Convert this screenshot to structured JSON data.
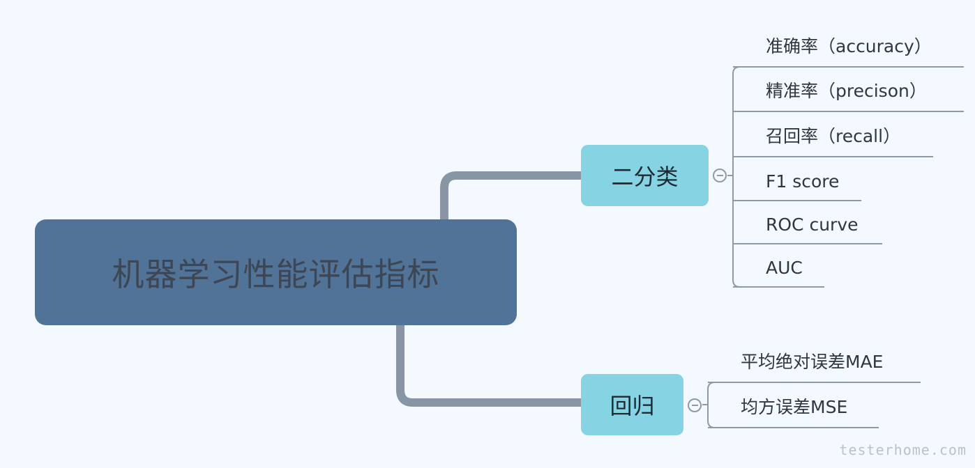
{
  "root": {
    "label": "机器学习性能评估指标"
  },
  "branches": [
    {
      "label": "二分类",
      "children": [
        "准确率（accuracy）",
        "精准率（precison）",
        "召回率（recall）",
        "F1 score",
        "ROC curve",
        "AUC"
      ]
    },
    {
      "label": "回归",
      "children": [
        "平均绝对误差MAE",
        "均方误差MSE"
      ]
    }
  ],
  "watermark": "testerhome.com",
  "colors": {
    "background": "#f3f9fe",
    "root_fill": "#507397",
    "branch_fill": "#86d3e4",
    "main_connector": "#8795a4",
    "leaf_connector": "#8e9aa6"
  }
}
